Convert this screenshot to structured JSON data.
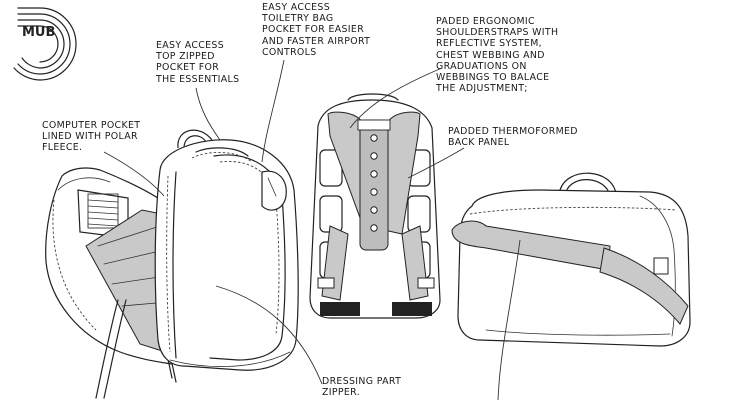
{
  "brand": {
    "logo_text": "MUB"
  },
  "callouts": {
    "toiletry": "EASY ACCESS\nTOILETRY BAG\nPOCKET FOR EASIER\nAND FASTER AIRPORT\nCONTROLS",
    "top_pocket": "EASY ACCESS\nTOP ZIPPED\nPOCKET FOR\nTHE ESSENTIALS",
    "shoulderstraps": "PADED ERGONOMIC\nSHOULDERSTRAPS WITH\nREFLECTIVE SYSTEM,\nCHEST WEBBING AND\nGRADUATIONS ON\nWEBBINGS TO BALACE\nTHE ADJUSTMENT;",
    "computer_pocket": "COMPUTER POCKET\nLINED WITH POLAR\nFLEECE.",
    "back_panel": "PADDED THERMOFORMED\nBACK PANEL",
    "dressing_zipper": "DRESSING PART\nZIPPER."
  }
}
